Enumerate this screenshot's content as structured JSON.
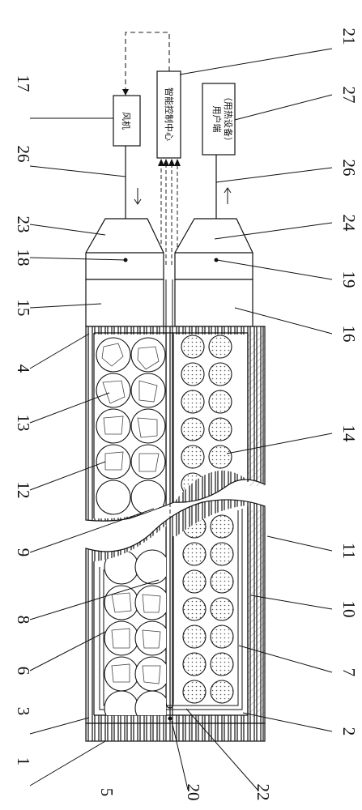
{
  "boxes": {
    "fan": "风机",
    "control_center": "智能控制中心",
    "user_end": "用户端",
    "user_end_sub": "（用热设备）"
  },
  "labels": [
    "1",
    "2",
    "3",
    "4",
    "5",
    "6",
    "7",
    "8",
    "9",
    "10",
    "11",
    "12",
    "13",
    "14",
    "15",
    "16",
    "17",
    "18",
    "19",
    "20",
    "21",
    "22",
    "23",
    "24",
    "26",
    "26",
    "27"
  ]
}
